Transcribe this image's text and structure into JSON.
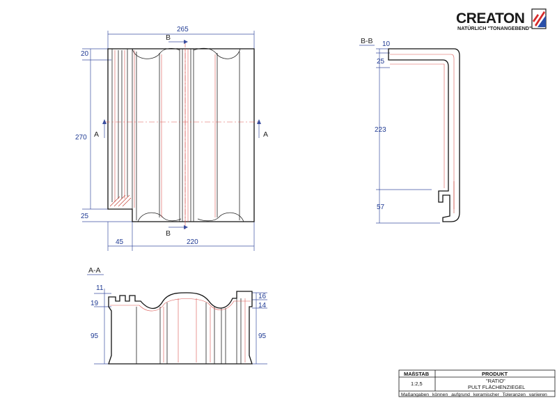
{
  "logo": {
    "name": "CREATON",
    "tagline": "NATÜRLICH \"TONANGEBEND\""
  },
  "plan_view": {
    "dim_top_width": "265",
    "dim_top_offset": "20",
    "dim_left_height": "270",
    "dim_bottom_overlap": "25",
    "dim_bottom_left": "45",
    "dim_bottom_right": "220",
    "section_marker_b": "B",
    "section_marker_a": "A"
  },
  "section_bb": {
    "title": "B-B",
    "dims": [
      "10",
      "25",
      "223",
      "57"
    ]
  },
  "section_aa": {
    "title": "A-A",
    "dims_left": [
      "11",
      "19",
      "95"
    ],
    "dims_right": [
      "16",
      "14",
      "95"
    ]
  },
  "title_block": {
    "scale_header": "MAßSTAB",
    "scale_value": "1:2,5",
    "product_header": "PRODUKT",
    "product_name": "\"RATIO\"",
    "product_type": "PULT FLÄCHENZIEGEL",
    "note": "Maßangaben können aufgrund keramischer Toleranzen variieren"
  },
  "colors": {
    "dimension": "#1f3a93",
    "outline": "#111111",
    "hidden_line": "#d9534f",
    "logo_red": "#d62b2b",
    "logo_blue": "#2a4fa8"
  }
}
